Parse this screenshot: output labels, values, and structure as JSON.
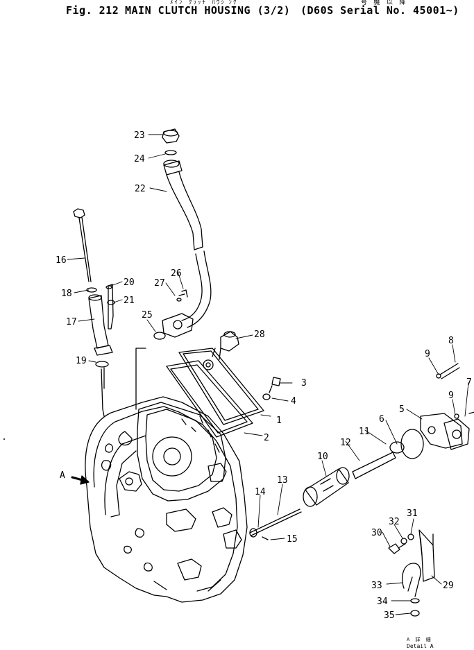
{
  "header": {
    "figure": "Fig. 212",
    "title": "MAIN CLUTCH HOUSING (3/2)",
    "serial": "(D60S Serial No. 45001~)",
    "jp_top": "ﾒｲﾝ ｸﾗｯﾁ ﾊｳｼﾞﾝｸﾞ",
    "jp_right": "号 機 以 降"
  },
  "view_label": "A",
  "detail": {
    "jp": "A 詳 細",
    "label": "Detail A"
  },
  "callouts": [
    {
      "num": "1"
    },
    {
      "num": "2"
    },
    {
      "num": "3"
    },
    {
      "num": "4"
    },
    {
      "num": "5"
    },
    {
      "num": "6"
    },
    {
      "num": "7"
    },
    {
      "num": "8"
    },
    {
      "num": "9"
    },
    {
      "num": "9"
    },
    {
      "num": "10"
    },
    {
      "num": "11"
    },
    {
      "num": "12"
    },
    {
      "num": "13"
    },
    {
      "num": "14"
    },
    {
      "num": "15"
    },
    {
      "num": "16"
    },
    {
      "num": "17"
    },
    {
      "num": "18"
    },
    {
      "num": "19"
    },
    {
      "num": "20"
    },
    {
      "num": "21"
    },
    {
      "num": "22"
    },
    {
      "num": "23"
    },
    {
      "num": "24"
    },
    {
      "num": "25"
    },
    {
      "num": "26"
    },
    {
      "num": "27"
    },
    {
      "num": "28"
    },
    {
      "num": "29"
    },
    {
      "num": "30"
    },
    {
      "num": "31"
    },
    {
      "num": "32"
    },
    {
      "num": "33"
    },
    {
      "num": "34"
    },
    {
      "num": "35"
    }
  ]
}
